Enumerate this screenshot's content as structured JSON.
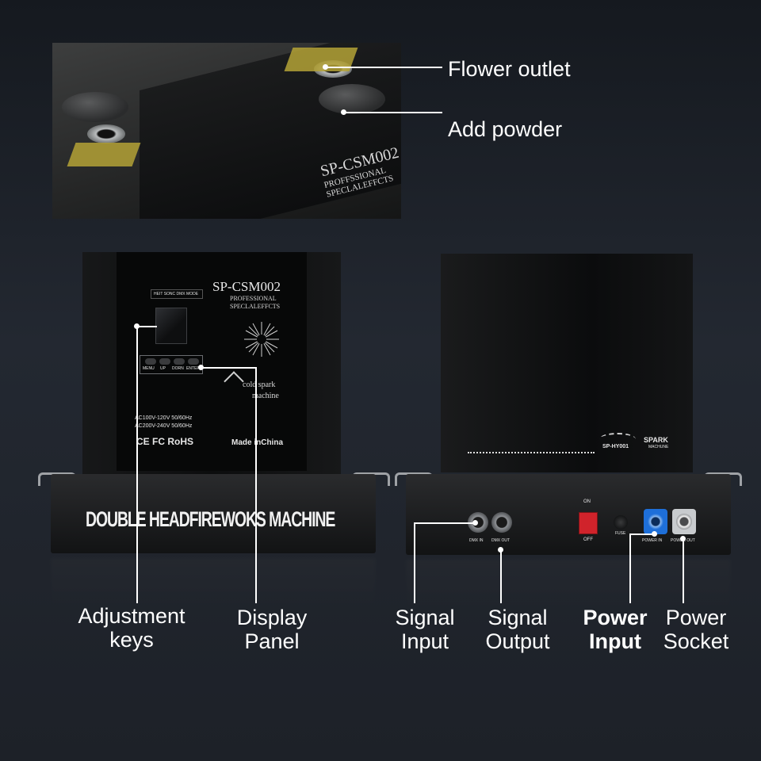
{
  "labels": {
    "flower_outlet": "Flower outlet",
    "add_powder": "Add powder",
    "adjustment_keys_line1": "Adjustment",
    "adjustment_keys_line2": "keys",
    "display_panel_line1": "Display",
    "display_panel_line2": "Panel",
    "signal_input_line1": "Signal",
    "signal_input_line2": "Input",
    "signal_output_line1": "Signal",
    "signal_output_line2": "Output",
    "power_input_line1": "Power",
    "power_input_line2": "Input",
    "power_socket_line1": "Power",
    "power_socket_line2": "Socket"
  },
  "top_photo": {
    "model": "SP-CSM002",
    "line1": "PROFFSSIONAL",
    "line2": "SPECLALEFFCTS"
  },
  "front_panel": {
    "model": "SP-CSM002",
    "line1": "PROFESSIONAL",
    "line2": "SPECLALEFFCTS",
    "mode_strip": "HEIT SONC DMX MODE",
    "keys": [
      "MENU",
      "UP",
      "DORN",
      "ENTER"
    ],
    "brand_line1": "cold spark",
    "brand_line2": "machine",
    "voltage1": "AC100V-120V  50/60Hz",
    "voltage2": "AC200V-240V  50/60Hz",
    "certs": "CE FC RoHS",
    "made_in": "Made inChina",
    "base_title": "DOUBLE HEADFIREWOKS MACHINE"
  },
  "rear_panel": {
    "brand": "SPARK",
    "brand_sub": "MACHUNE",
    "model": "SP-HY001",
    "dmx_in": "DMX IN",
    "dmx_out": "DMX OUT",
    "switch_on": "ON",
    "switch_off": "OFF",
    "fuse": "FUSE",
    "power_in": "POWER IN",
    "power_out": "POWER OUT"
  },
  "colors": {
    "background": "#1d2128",
    "label_text": "#ffffff",
    "switch_red": "#d0232b",
    "power_in_blue": "#1e6fd9",
    "power_out_grey": "#c8cbce"
  }
}
